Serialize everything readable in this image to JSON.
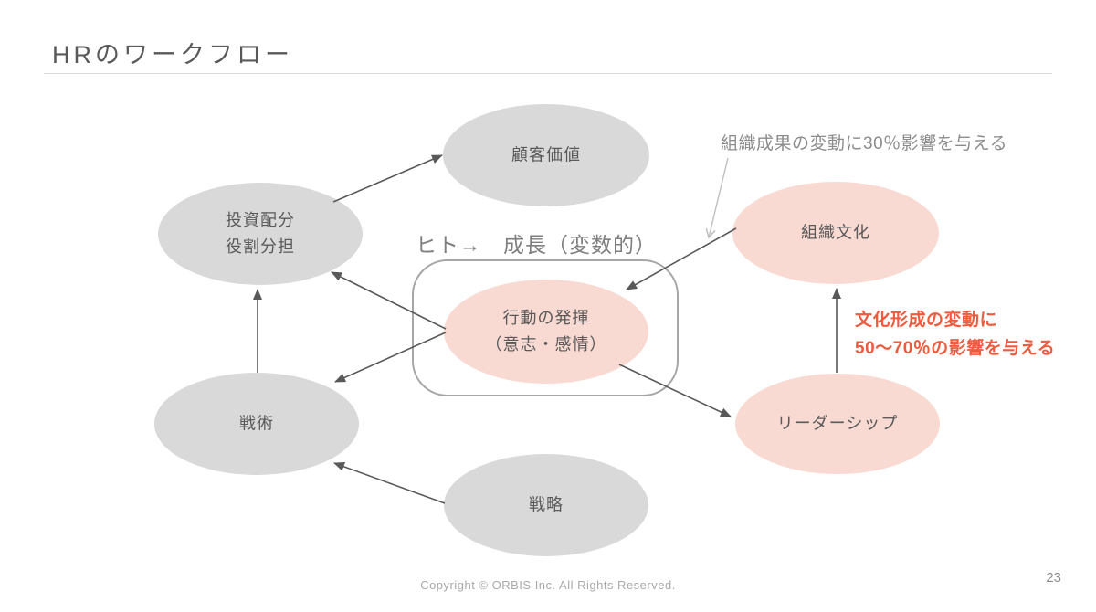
{
  "slide": {
    "title": "HRのワークフロー",
    "footer": "Copyright © ORBIS Inc. All Rights Reserved.",
    "page_number": "23"
  },
  "nodes": {
    "customer_value": {
      "label": "顧客価値"
    },
    "investment": {
      "line1": "投資配分",
      "line2": "役割分担"
    },
    "tactics": {
      "label": "戦術"
    },
    "strategy": {
      "label": "戦略"
    },
    "behavior": {
      "line1": "行動の発揮",
      "line2": "（意志・感情）"
    },
    "org_culture": {
      "label": "組織文化"
    },
    "leadership": {
      "label": "リーダーシップ"
    }
  },
  "annotations": {
    "growth_caption": "ヒト→　成長（変数的）",
    "org_impact": "組織成果の変動に30％影響を与える",
    "culture_impact_line1": "文化形成の変動に",
    "culture_impact_line2": "50～70％の影響を与える"
  },
  "colors": {
    "gray_node_fill": "#d9d9d9",
    "pink_node_fill": "#f8dad3",
    "node_text": "#595959",
    "arrow": "#595959",
    "light_arrow": "#bfbfbf",
    "frame_border": "#a6a6a6",
    "accent_red": "#ee5b3e",
    "muted_text": "#8c8c8c"
  }
}
